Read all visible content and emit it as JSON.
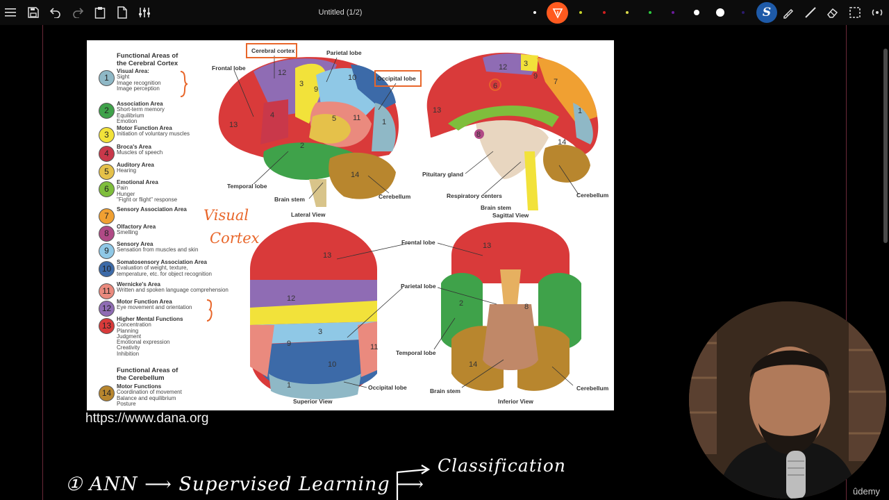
{
  "toolbar": {
    "title": "Untitled (1/2)",
    "icons": [
      "menu-icon",
      "save-icon",
      "undo-icon",
      "redo-icon",
      "clipboard-icon",
      "page-icon",
      "sliders-icon",
      "pen-icon",
      "marker-icon",
      "line-icon",
      "eraser-icon",
      "select-icon",
      "broadcast-icon"
    ],
    "colors": [
      "#ffffff",
      "#ff5a1f",
      "#c7d42a",
      "#d11f1f",
      "#d9d94a",
      "#2ecc40",
      "#6a1b9a",
      "#ffffff",
      "#ffffff",
      "#2b1a6b"
    ],
    "s_label": "S"
  },
  "chart": {
    "legend_title_1": "Functional Areas of\nthe Cerebral Cortex",
    "legend_title_2": "Functional Areas of\nthe Cerebellum",
    "items": [
      {
        "n": "1",
        "name": "Visual Area:",
        "desc": [
          "Sight",
          "Image recognition",
          "Image perception"
        ],
        "color": "#8fb8c6"
      },
      {
        "n": "2",
        "name": "Association Area",
        "desc": [
          "Short-term memory",
          "Equilibrium",
          "Emotion"
        ],
        "color": "#3fa24a"
      },
      {
        "n": "3",
        "name": "Motor Function Area",
        "desc": [
          "Initiation of voluntary muscles"
        ],
        "color": "#f2e23a"
      },
      {
        "n": "4",
        "name": "Broca's Area",
        "desc": [
          "Muscles of speech"
        ],
        "color": "#c9384a"
      },
      {
        "n": "5",
        "name": "Auditory Area",
        "desc": [
          "Hearing"
        ],
        "color": "#e5c14a"
      },
      {
        "n": "6",
        "name": "Emotional Area",
        "desc": [
          "Pain",
          "Hunger",
          "\"Fight or flight\" response"
        ],
        "color": "#7fbe3c"
      },
      {
        "n": "7",
        "name": "Sensory Association Area",
        "desc": [],
        "color": "#f0a032"
      },
      {
        "n": "8",
        "name": "Olfactory Area",
        "desc": [
          "Smelling"
        ],
        "color": "#b04a86"
      },
      {
        "n": "9",
        "name": "Sensory Area",
        "desc": [
          "Sensation from muscles and skin"
        ],
        "color": "#8fc8e6"
      },
      {
        "n": "10",
        "name": "Somatosensory Association Area",
        "desc": [
          "Evaluation of weight, texture,",
          "temperature, etc. for object recognition"
        ],
        "color": "#3c6aa8"
      },
      {
        "n": "11",
        "name": "Wernicke's Area",
        "desc": [
          "Written and spoken language comprehension"
        ],
        "color": "#ea8a7e"
      },
      {
        "n": "12",
        "name": "Motor Function Area",
        "desc": [
          "Eye movement and orientation"
        ],
        "color": "#8f6cb4"
      },
      {
        "n": "13",
        "name": "Higher Mental Functions",
        "desc": [
          "Concentration",
          "Planning",
          "Judgment",
          "Emotional expression",
          "Creativity",
          "Inhibition"
        ],
        "color": "#d93a3a"
      },
      {
        "n": "14",
        "name": "Motor Functions",
        "desc": [
          "Coordination of movement",
          "Balance and equilibrium",
          "Posture"
        ],
        "color": "#b8862e"
      }
    ],
    "labels": {
      "cerebral_cortex": "Cerebral cortex",
      "parietal_lobe": "Parietal lobe",
      "frontal_lobe": "Frontal lobe",
      "occipital_lobe": "Occipital lobe",
      "temporal_lobe": "Temporal lobe",
      "brain_stem": "Brain stem",
      "cerebellum": "Cerebellum",
      "lateral_view": "Lateral View",
      "pituitary_gland": "Pituitary gland",
      "respiratory_centers": "Respiratory centers",
      "sagittal_view": "Sagittal View",
      "superior_view": "Superior View",
      "inferior_view": "Inferior View"
    }
  },
  "url": "https://www.dana.org",
  "handwriting": {
    "visual": "Visual",
    "cortex": "Cortex",
    "step1": "①  ANN  ⟶  Supervised Learning  ⟶",
    "classification": "Classification"
  },
  "watermark": "ûdemy"
}
